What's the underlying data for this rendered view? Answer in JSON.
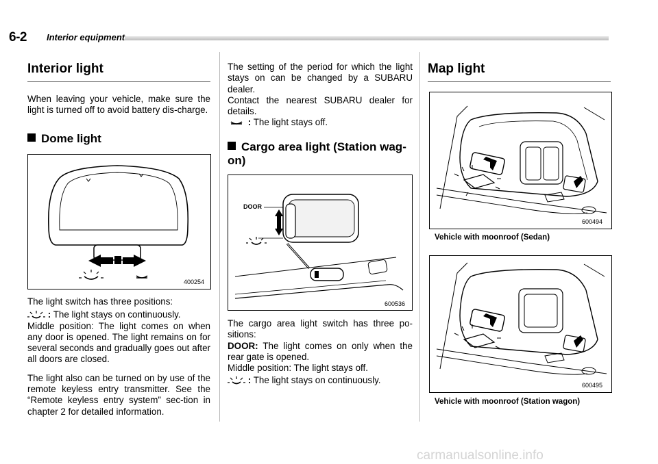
{
  "header": {
    "page_number": "6-2",
    "section_title": "Interior equipment"
  },
  "left": {
    "heading": "Interior light",
    "intro": "When leaving your vehicle, make sure the light is turned off to avoid battery dis-charge.",
    "dome_heading": "Dome light",
    "fig_code": "400254",
    "positions_intro": "The light switch has three positions:",
    "on_text": "The light stays on continuously.",
    "colon": ":",
    "middle_text": "Middle position: The light comes on when any door is opened. The light remains on for several seconds and gradually goes out after all doors are closed.",
    "keyless_text": "The light also can be turned on by use of the remote keyless entry transmitter. See the “Remote keyless entry system” sec-tion in chapter 2 for detailed information."
  },
  "middle": {
    "period_text": "The setting of the period for which the light stays on can be changed by a SUBARU dealer.",
    "contact_text": "Contact the nearest SUBARU dealer for details.",
    "off_text": "The light stays off.",
    "cargo_heading": "Cargo area light (Station wag-on)",
    "fig_door_label": "DOOR",
    "fig_code": "600536",
    "cargo_positions": "The cargo area light switch has three po-sitions:",
    "door_label": "DOOR:",
    "door_text": "The light comes on only when the rear gate is opened.",
    "middle_text": "Middle position: The light stays off.",
    "on_text": "The light stays on continuously."
  },
  "right": {
    "heading": "Map light",
    "fig1_code": "600494",
    "fig1_caption": "Vehicle with moonroof (Sedan)",
    "fig2_code": "600495",
    "fig2_caption": "Vehicle with moonroof (Station wagon)"
  },
  "watermark": "carmanualsonline.info"
}
